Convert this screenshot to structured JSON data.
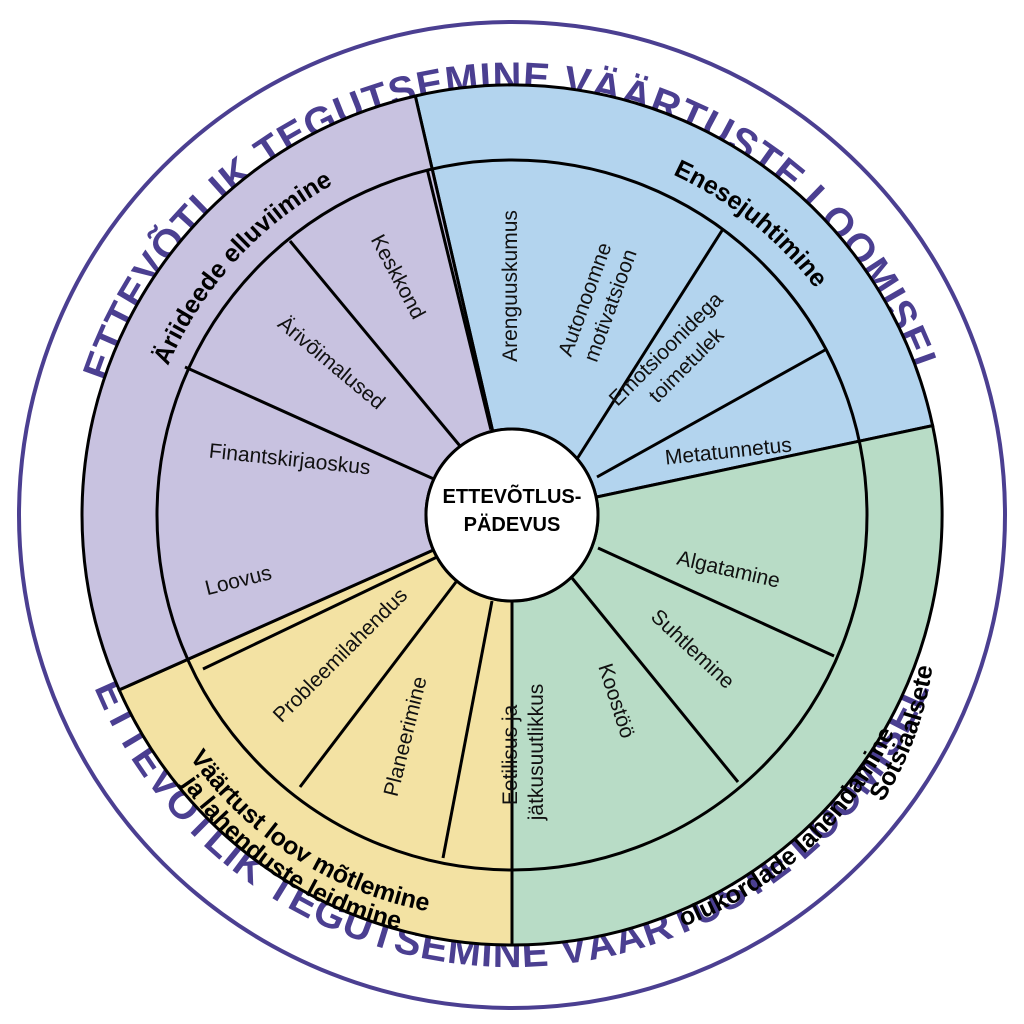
{
  "outer_ring": {
    "top_text": "ETTEVÕTLIK TEGUTSEMINE VÄÄRTUSTE LOOMISEL",
    "bottom_text": "ETTEVÕTLIK TEGUTSEMINE VÄÄRTUSTE LOOMISEL",
    "color": "#4b3f91"
  },
  "center": {
    "line1": "ETTEVÕTLUS-",
    "line2": "PÄDEVUS"
  },
  "groups": [
    {
      "id": "arideede",
      "lines": [
        "Äriideede elluviimine"
      ],
      "color": "#b3d4ee",
      "items": [
        {
          "lines": [
            "Keskkond"
          ]
        },
        {
          "lines": [
            "Ärivõimalused"
          ]
        },
        {
          "lines": [
            "Finantskirjaoskus"
          ]
        }
      ]
    },
    {
      "id": "enesejuhtimine",
      "lines": [
        "Enesejuhtimine"
      ],
      "color": "#b8dcc6",
      "items": [
        {
          "lines": [
            "Arenguuskumus"
          ]
        },
        {
          "lines": [
            "Autonoomne",
            "motivatsioon"
          ]
        },
        {
          "lines": [
            "Emotsioonidega",
            "toimetulek"
          ]
        },
        {
          "lines": [
            "Metatunnetus"
          ]
        }
      ]
    },
    {
      "id": "sotsiaalsete",
      "lines": [
        "Sotsiaalsete",
        "olukordade lahendamine"
      ],
      "color": "#f3e2a3",
      "items": [
        {
          "lines": [
            "Algatamine"
          ]
        },
        {
          "lines": [
            "Suhtlemine"
          ]
        },
        {
          "lines": [
            "Koostöö"
          ]
        }
      ]
    },
    {
      "id": "vaartust",
      "lines": [
        "Väärtust loov mõtlemine",
        "ja lahenduste leidmine"
      ],
      "color": "#c8c2e0",
      "items": [
        {
          "lines": [
            "Eetilisus ja",
            "jätkusuutlikkus"
          ]
        },
        {
          "lines": [
            "Planeerimine"
          ]
        },
        {
          "lines": [
            "Probleemilahendus"
          ]
        },
        {
          "lines": [
            "Loovus"
          ]
        }
      ]
    }
  ]
}
